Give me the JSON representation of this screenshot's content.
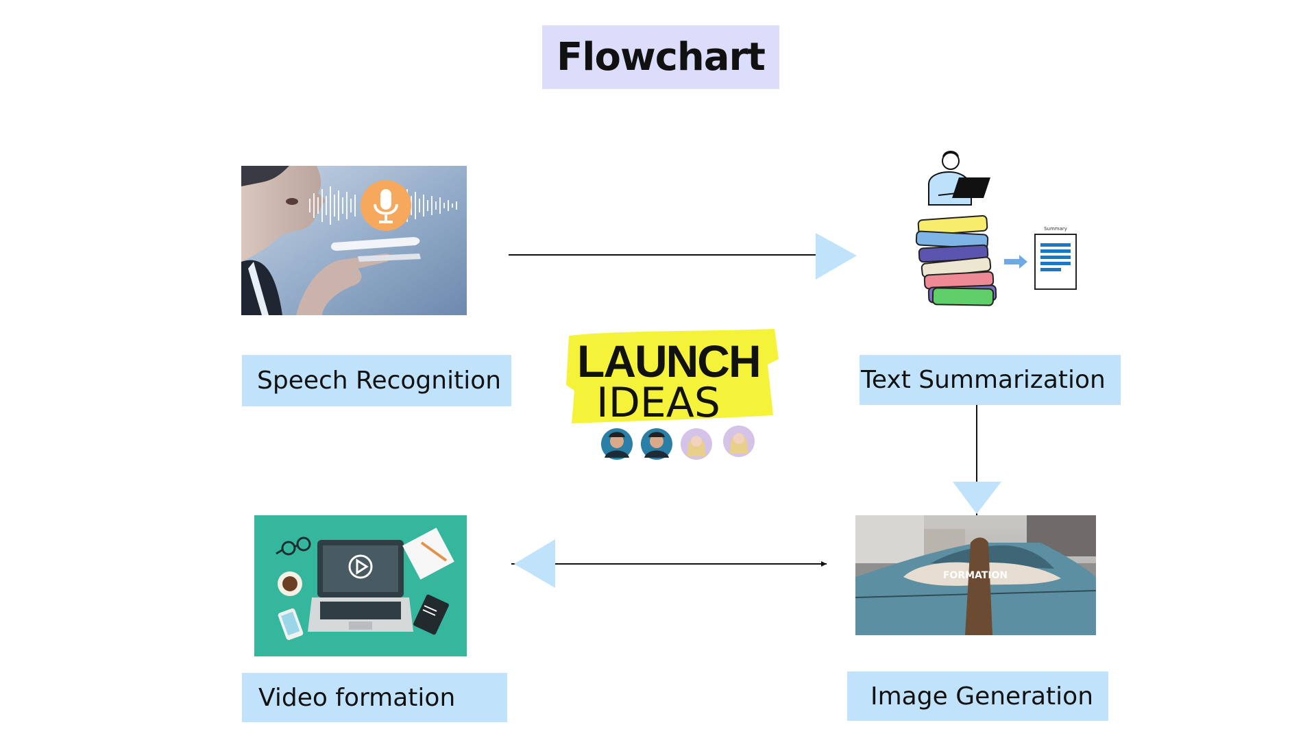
{
  "title": "Flowchart",
  "nodes": {
    "speech": {
      "label": "Speech Recognition"
    },
    "text": {
      "label": "Text Summarization",
      "doc_caption": "Summary"
    },
    "image": {
      "label": "Image Generation",
      "overlay_text": "FORMATION"
    },
    "video": {
      "label": "Video formation"
    }
  },
  "logo": {
    "line1": "LAUNCH",
    "line2": "IDEAS"
  },
  "colors": {
    "title_bg": "#dcdcfb",
    "label_bg": "#c0e2fb",
    "arrowhead": "#c0e2fb",
    "logo_highlight": "#f5f23a",
    "video_bg": "#35b79e",
    "mic_orange": "#f6a95c"
  },
  "arrows": [
    {
      "from": "speech",
      "to": "text"
    },
    {
      "from": "text",
      "to": "image"
    },
    {
      "from": "image",
      "to": "video"
    }
  ]
}
